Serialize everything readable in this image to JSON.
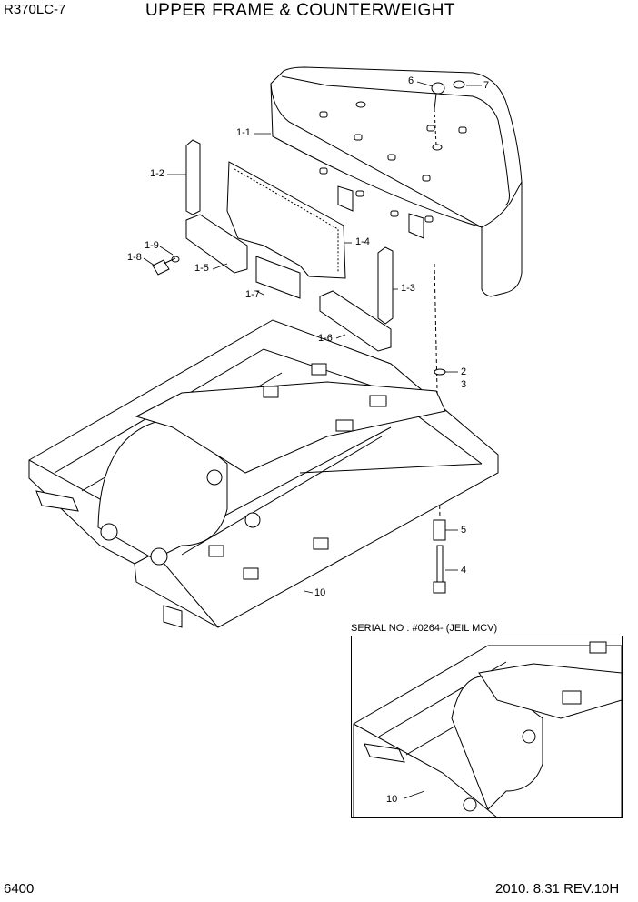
{
  "header": {
    "model": "R370LC-7",
    "title": "UPPER FRAME & COUNTERWEIGHT"
  },
  "footer": {
    "page_number": "6400",
    "revision": "2010. 8.31  REV.10H"
  },
  "inset": {
    "serial_label": "SERIAL NO : #0264-  (JEIL MCV)",
    "callout": "10"
  },
  "callouts": {
    "c1_1": "1-1",
    "c1_2": "1-2",
    "c1_3": "1-3",
    "c1_4": "1-4",
    "c1_5": "1-5",
    "c1_6": "1-6",
    "c1_7": "1-7",
    "c1_8": "1-8",
    "c1_9": "1-9",
    "c2": "2",
    "c3": "3",
    "c4": "4",
    "c5": "5",
    "c6": "6",
    "c7": "7",
    "c10": "10"
  }
}
